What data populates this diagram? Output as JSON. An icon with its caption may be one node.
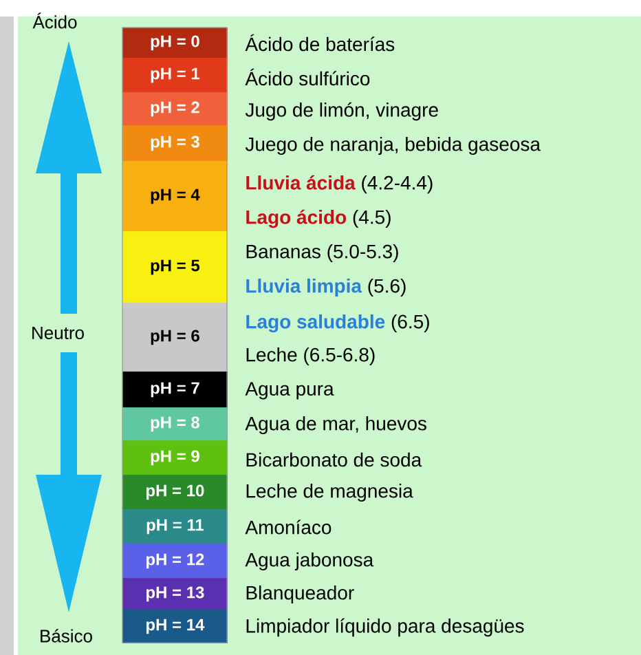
{
  "diagram": {
    "nodes": [
      {
        "text": [
          "pH = 0"
        ],
        "beside": [
          "Ácido de baterías"
        ]
      },
      {
        "text": [
          "pH = 1"
        ],
        "beside": [
          "Ácido sulfúrico"
        ]
      },
      {
        "text": [
          "pH = 2"
        ],
        "beside": [
          "Jugo de limón, vinagre"
        ]
      },
      {
        "text": [
          "pH = 3"
        ],
        "beside": [
          "Juego de naranja, bebida gaseosa"
        ]
      },
      {
        "text": [
          "pH = 4"
        ],
        "beside": [
          "**Lluvia ácida** (4.2-4.4)",
          "**Lago ácido** (4.5)"
        ]
      },
      {
        "text": [
          "pH = 5"
        ],
        "beside": [
          "Bananas (5.0-5.3)",
          "**Lluvia limpia** (5.6)"
        ]
      },
      {
        "text": [
          "pH = 6"
        ],
        "beside": [
          "**Lago saludable** (6.5)",
          "Leche (6.5-6.8)"
        ]
      },
      {
        "text": [
          "pH = 7"
        ],
        "beside": [
          "Agua pura"
        ]
      },
      {
        "text": [
          "pH = 8"
        ],
        "beside": [
          "Agua de mar, huevos"
        ]
      },
      {
        "text": [
          "pH = 9"
        ],
        "beside": [
          "Bicarbonato de soda"
        ]
      },
      {
        "text": [
          "pH = 10"
        ],
        "beside": [
          "Leche de magnesia"
        ]
      },
      {
        "text": [
          "pH = 11"
        ],
        "beside": [
          "Amoníaco"
        ]
      },
      {
        "text": [
          "pH = 12"
        ],
        "beside": [
          "Agua jabonosa"
        ]
      },
      {
        "text": [
          "pH = 13"
        ],
        "beside": [
          "Blanqueador"
        ]
      },
      {
        "text": [
          "pH = 14"
        ],
        "beside": [
          "Limpiador líquido para desagües"
        ]
      }
    ],
    "labels": [
      "Ácido",
      "Neutro",
      "Básico"
    ]
  }
}
